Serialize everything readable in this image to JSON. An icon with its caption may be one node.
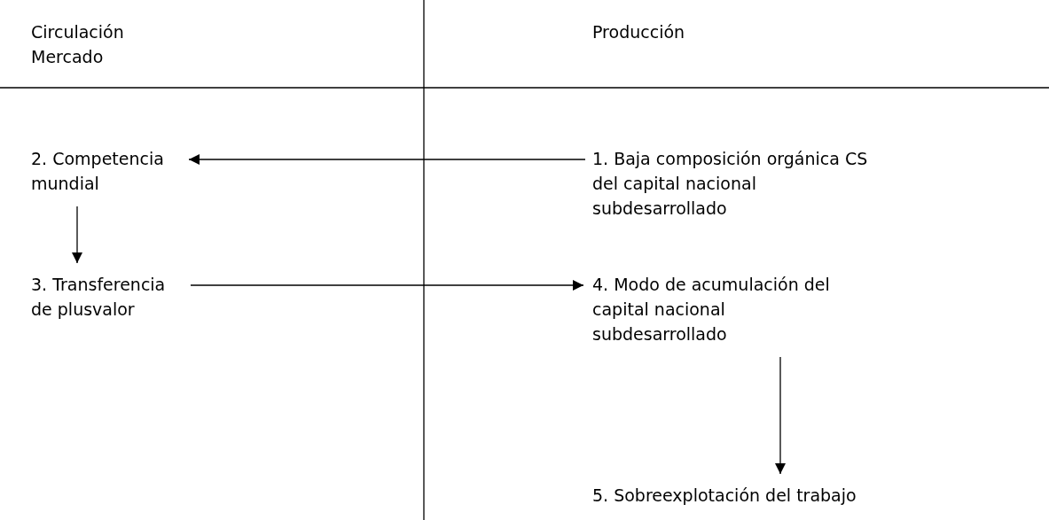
{
  "diagram": {
    "nodes": [
      {
        "text": [
          "2. Competencia mundial"
        ]
      },
      {
        "text": [
          "1. Baja composición orgánica CS del capital nacional subdesarrollado"
        ]
      },
      {
        "text": [
          "3. Transferencia de plusvalor"
        ]
      },
      {
        "text": [
          "4. Modo de acumulación del capital nacional subdesarrollado"
        ]
      },
      {
        "text": [
          "5. Sobreexplotación del trabajo"
        ]
      }
    ],
    "edges": [
      {
        "from": 1,
        "to": 0,
        "arrow": "to"
      },
      {
        "from": 0,
        "to": 2,
        "arrow": "to"
      },
      {
        "from": 2,
        "to": 3,
        "arrow": "to"
      },
      {
        "from": 3,
        "to": 4,
        "arrow": "to"
      }
    ],
    "labels": [
      "Circulación Mercado",
      "Producción"
    ]
  }
}
